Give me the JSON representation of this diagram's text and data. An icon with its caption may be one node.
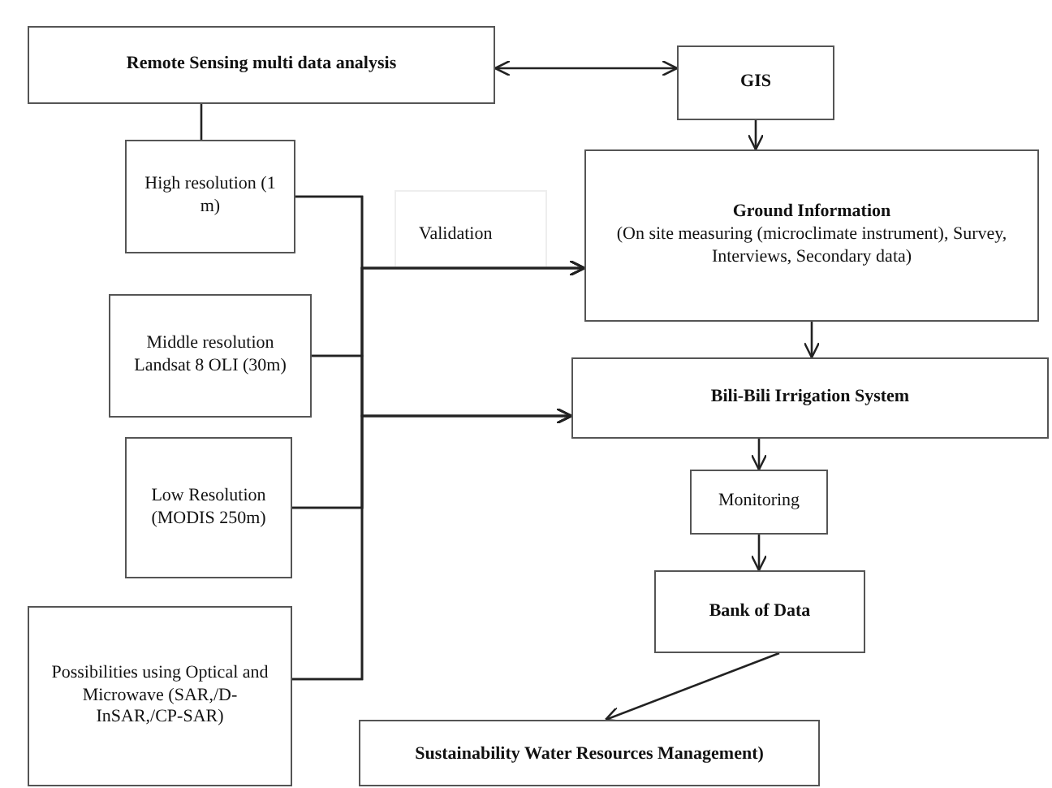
{
  "diagram": {
    "nodes": [
      {
        "text": [
          "Remote Sensing multi data analysis"
        ]
      },
      {
        "text": [
          "GIS"
        ]
      },
      {
        "text": [
          "High resolution (1 m)"
        ]
      },
      {
        "text": [
          "Ground Information",
          "(On site measuring (microclimate instrument), Survey, Interviews, Secondary data)"
        ]
      },
      {
        "text": [
          "Middle resolution Landsat 8 OLI (30m)"
        ]
      },
      {
        "text": [
          "Bili-Bili Irrigation System"
        ]
      },
      {
        "text": [
          "Low Resolution (MODIS 250m)"
        ]
      },
      {
        "text": [
          "Monitoring"
        ]
      },
      {
        "text": [
          "Possibilities using Optical and Microwave (SAR,/D-InSAR,/CP-SAR)"
        ]
      },
      {
        "text": [
          "Bank of Data"
        ]
      },
      {
        "text": [
          "Sustainability Water Resources Management)"
        ]
      }
    ],
    "edges": [
      {
        "from": 0,
        "to": 1,
        "arrow": "both"
      },
      {
        "from": 0,
        "to": 2,
        "arrow": "none"
      },
      {
        "from": 1,
        "to": 3,
        "arrow": "to"
      },
      {
        "from": 2,
        "to": 3,
        "arrow": "to",
        "label": "Validation"
      },
      {
        "from": 2,
        "to": 5,
        "arrow": "to"
      },
      {
        "from": 4,
        "to": 3,
        "arrow": "to"
      },
      {
        "from": 4,
        "to": 5,
        "arrow": "to"
      },
      {
        "from": 6,
        "to": 3,
        "arrow": "to"
      },
      {
        "from": 6,
        "to": 5,
        "arrow": "to"
      },
      {
        "from": 8,
        "to": 3,
        "arrow": "to"
      },
      {
        "from": 8,
        "to": 5,
        "arrow": "to"
      },
      {
        "from": 3,
        "to": 5,
        "arrow": "to"
      },
      {
        "from": 5,
        "to": 7,
        "arrow": "to"
      },
      {
        "from": 7,
        "to": 9,
        "arrow": "to"
      },
      {
        "from": 9,
        "to": 10,
        "arrow": "to"
      }
    ]
  }
}
